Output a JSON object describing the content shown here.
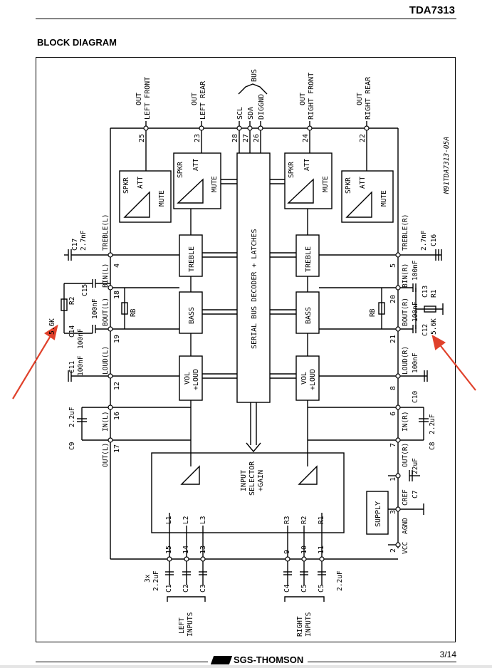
{
  "header": {
    "doc_code": "TDA7313"
  },
  "section_title": "BLOCK DIAGRAM",
  "footer": {
    "brand": "SGS-THOMSON",
    "page": "3/14"
  },
  "diagram": {
    "outputs": {
      "out_left_front": [
        "OUT",
        "LEFT FRONT"
      ],
      "out_left_rear": [
        "OUT",
        "LEFT REAR"
      ],
      "out_right_front": [
        "OUT",
        "RIGHT FRONT"
      ],
      "out_right_rear": [
        "OUT",
        "RIGHT REAR"
      ]
    },
    "bus": {
      "label": "BUS",
      "scl": "SCL",
      "sda": "SDA",
      "diggnd": "DIGGND"
    },
    "pins": {
      "p25": "25",
      "p23": "23",
      "p28": "28",
      "p27": "27",
      "p26": "26",
      "p24": "24",
      "p22": "22",
      "p4": "4",
      "p18": "18",
      "p19": "19",
      "p12": "12",
      "p16": "16",
      "p17": "17",
      "p5": "5",
      "p20": "20",
      "p21": "21",
      "p8": "8",
      "p6": "6",
      "p7": "7",
      "p1": "1",
      "p3": "3",
      "p2": "2",
      "p15": "15",
      "p14": "14",
      "p13": "13",
      "p9": "9",
      "p10": "10",
      "p11": "11"
    },
    "blocks": {
      "spkr": "SPKR",
      "att": "ATT",
      "mute": "MUTE",
      "treble": "TREBLE",
      "bass": "BASS",
      "vol": "VOL",
      "loud": "+LOUD",
      "serial": "SERIAL BUS DECODER + LATCHES",
      "input_selector": [
        "INPUT",
        "SELECTOR",
        "+GAIN"
      ],
      "supply": "SUPPLY"
    },
    "nets_left": {
      "treble": "TREBLE(L)",
      "bin": "BIN(L)",
      "bout": "BOUT(L)",
      "loud": "LOUD(L)",
      "in": "IN(L)",
      "out": "OUT(L)"
    },
    "nets_right": {
      "treble": "TREBLE(R)",
      "bin": "BIN(R)",
      "bout": "BOUT(R)",
      "loud": "LOUD(R)",
      "in": "IN(R)",
      "out": "OUT(R)",
      "cref": "CREF",
      "agnd": "AGND",
      "vcc": "VCC"
    },
    "components": {
      "c17": "C17",
      "c17v": "2.7nF",
      "c15": "C15",
      "c15v": "100nF",
      "r2": "R2",
      "r2v": "5.6K",
      "c14": "C14",
      "c14v": "100nF",
      "c11": "C11",
      "c11v": "100nF",
      "c9": "C9",
      "c9v": "2.2uF",
      "c16": "C16",
      "c16v": "2.7nF",
      "c13": "C13",
      "c13v": "100nF",
      "r1": "R1",
      "r1v": "5.6K",
      "c12": "C12",
      "c12v": "100nF",
      "c10": "C10",
      "c10v": "100nF",
      "c8": "C8",
      "c8v": "2.2uF",
      "c7": "C7",
      "c7v": "22uF",
      "rb": "RB",
      "c1": "C1",
      "c2": "C2",
      "c3": "C3",
      "c4": "C4",
      "c5a": "C5",
      "c5b": "C5",
      "l1": "L1",
      "l2": "L2",
      "l3": "L3",
      "r1in": "R1",
      "r2in": "R2",
      "r3in": "R3",
      "three_x": "3x",
      "cap_in": "2.2uF",
      "cap_in_r": "2.2uF"
    },
    "inputs": {
      "left": [
        "LEFT",
        "INPUTS"
      ],
      "right": [
        "RIGHT",
        "INPUTS"
      ]
    },
    "part_code": "M91TDA7313-05A"
  }
}
